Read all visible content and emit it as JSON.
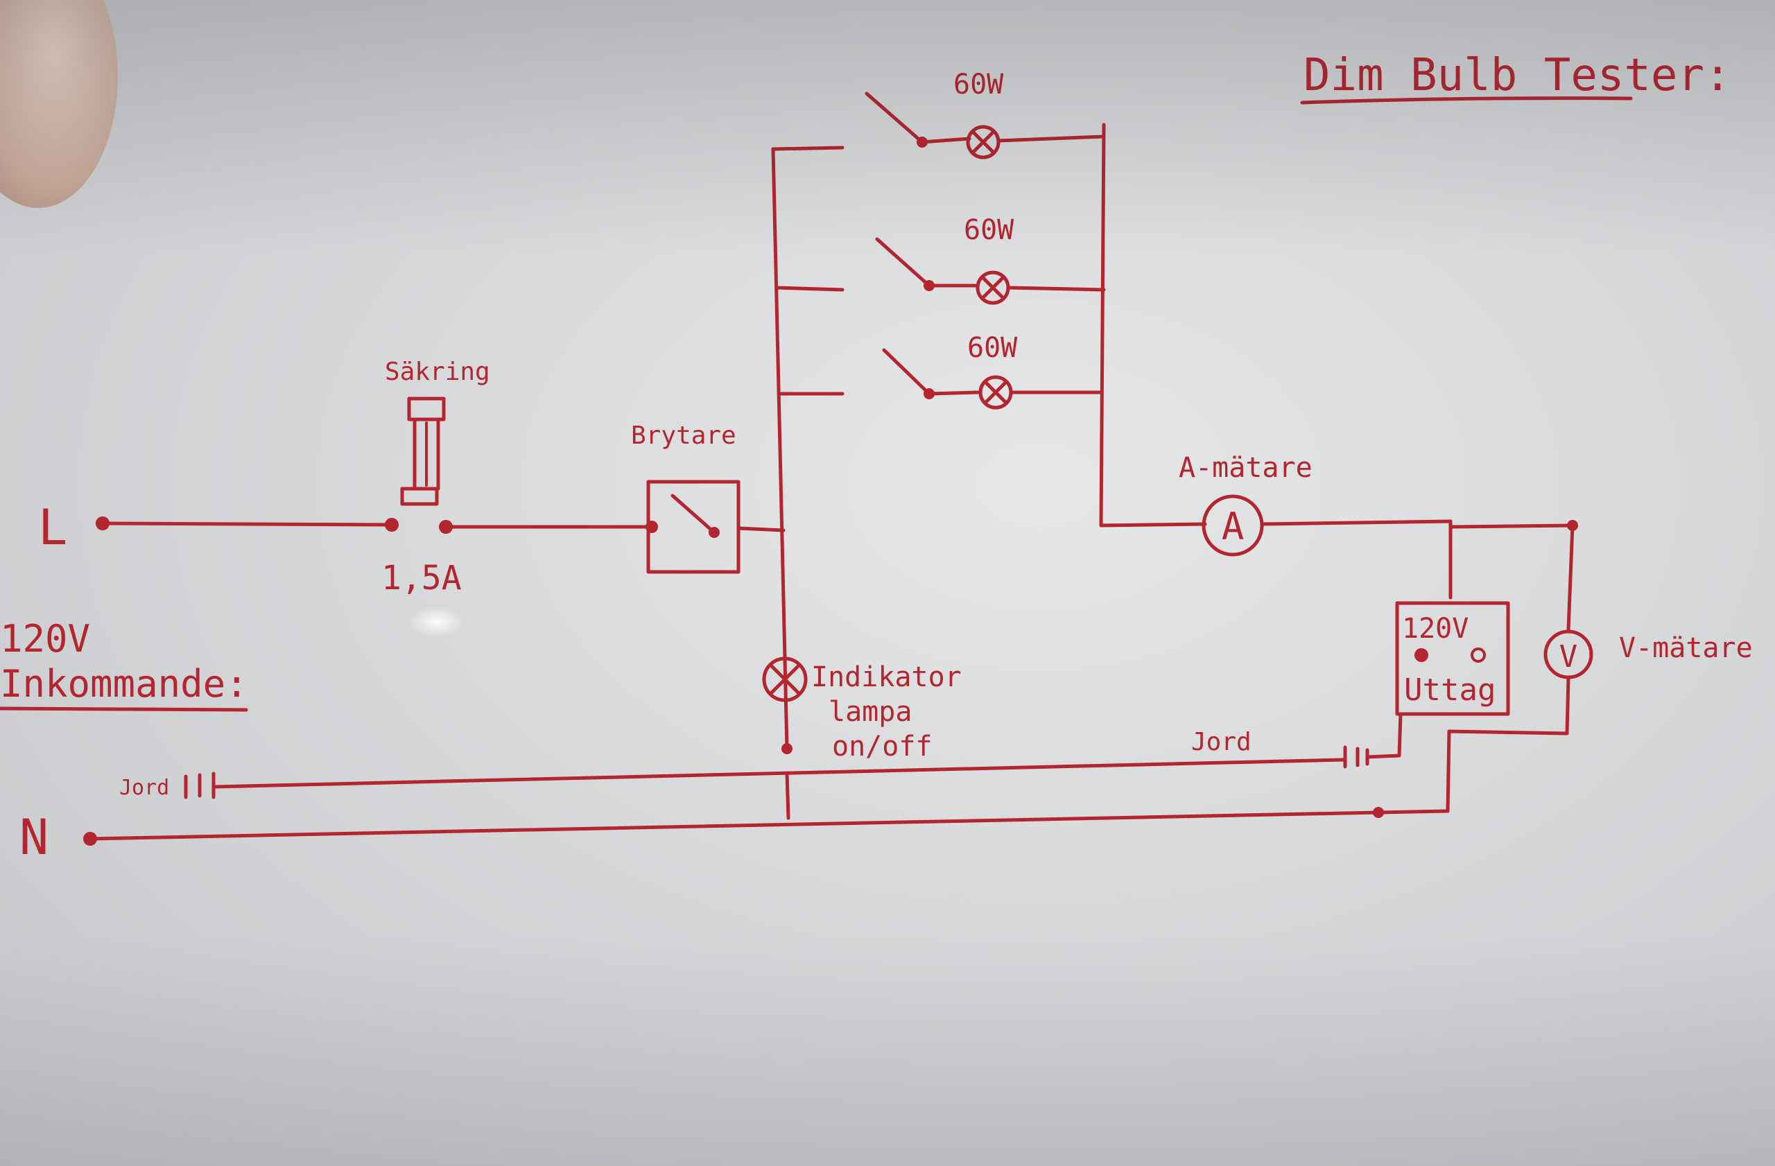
{
  "title": "Dim Bulb Tester:",
  "labels": {
    "line": "L",
    "neutral": "N",
    "supply_voltage": "120V",
    "supply_label": "Inkommande:",
    "fuse_label": "Säkring",
    "fuse_rating": "1,5A",
    "switch_label": "Brytare",
    "bulb_1": "60W",
    "bulb_2": "60W",
    "bulb_3": "60W",
    "ammeter_label": "A-mätare",
    "ammeter_symbol": "A",
    "voltmeter_label": "V-mätare",
    "voltmeter_symbol": "V",
    "outlet_voltage": "120V",
    "outlet_label": "Uttag",
    "indicator_line1": "Indikator",
    "indicator_line2": "lampa",
    "indicator_line3": "on/off",
    "earth_outlet": "Jord",
    "earth_input": "Jord"
  },
  "colors": {
    "ink": "#b3252f",
    "paper": "#dedfe0"
  }
}
